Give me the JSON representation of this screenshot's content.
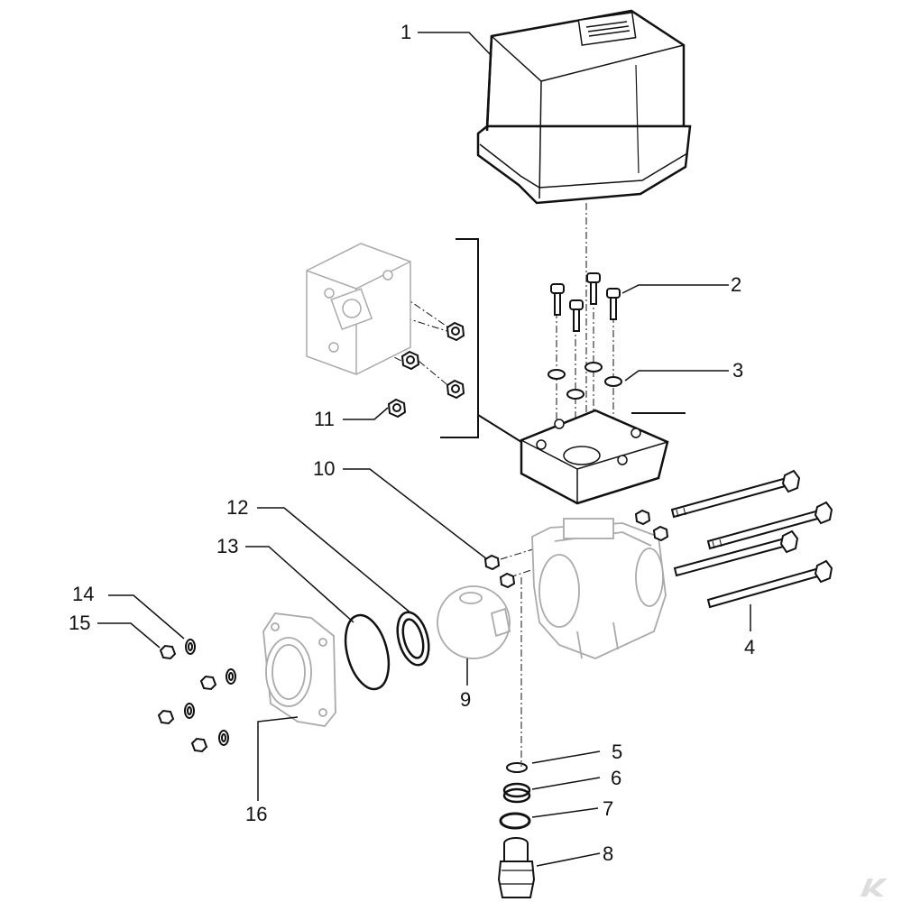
{
  "diagram": {
    "callouts": [
      {
        "id": "1",
        "text": "1"
      },
      {
        "id": "2",
        "text": "2"
      },
      {
        "id": "3",
        "text": "3"
      },
      {
        "id": "4",
        "text": "4"
      },
      {
        "id": "5",
        "text": "5"
      },
      {
        "id": "6",
        "text": "6"
      },
      {
        "id": "7",
        "text": "7"
      },
      {
        "id": "8",
        "text": "8"
      },
      {
        "id": "9",
        "text": "9"
      },
      {
        "id": "10",
        "text": "10"
      },
      {
        "id": "11",
        "text": "11"
      },
      {
        "id": "12",
        "text": "12"
      },
      {
        "id": "13",
        "text": "13"
      },
      {
        "id": "14",
        "text": "14"
      },
      {
        "id": "15",
        "text": "15"
      },
      {
        "id": "16",
        "text": "16"
      }
    ],
    "line_color": "#111111",
    "ghost_color": "#aaaaaa",
    "brand_color": "#dddddd",
    "logo_icon": "brand-logo-icon"
  }
}
